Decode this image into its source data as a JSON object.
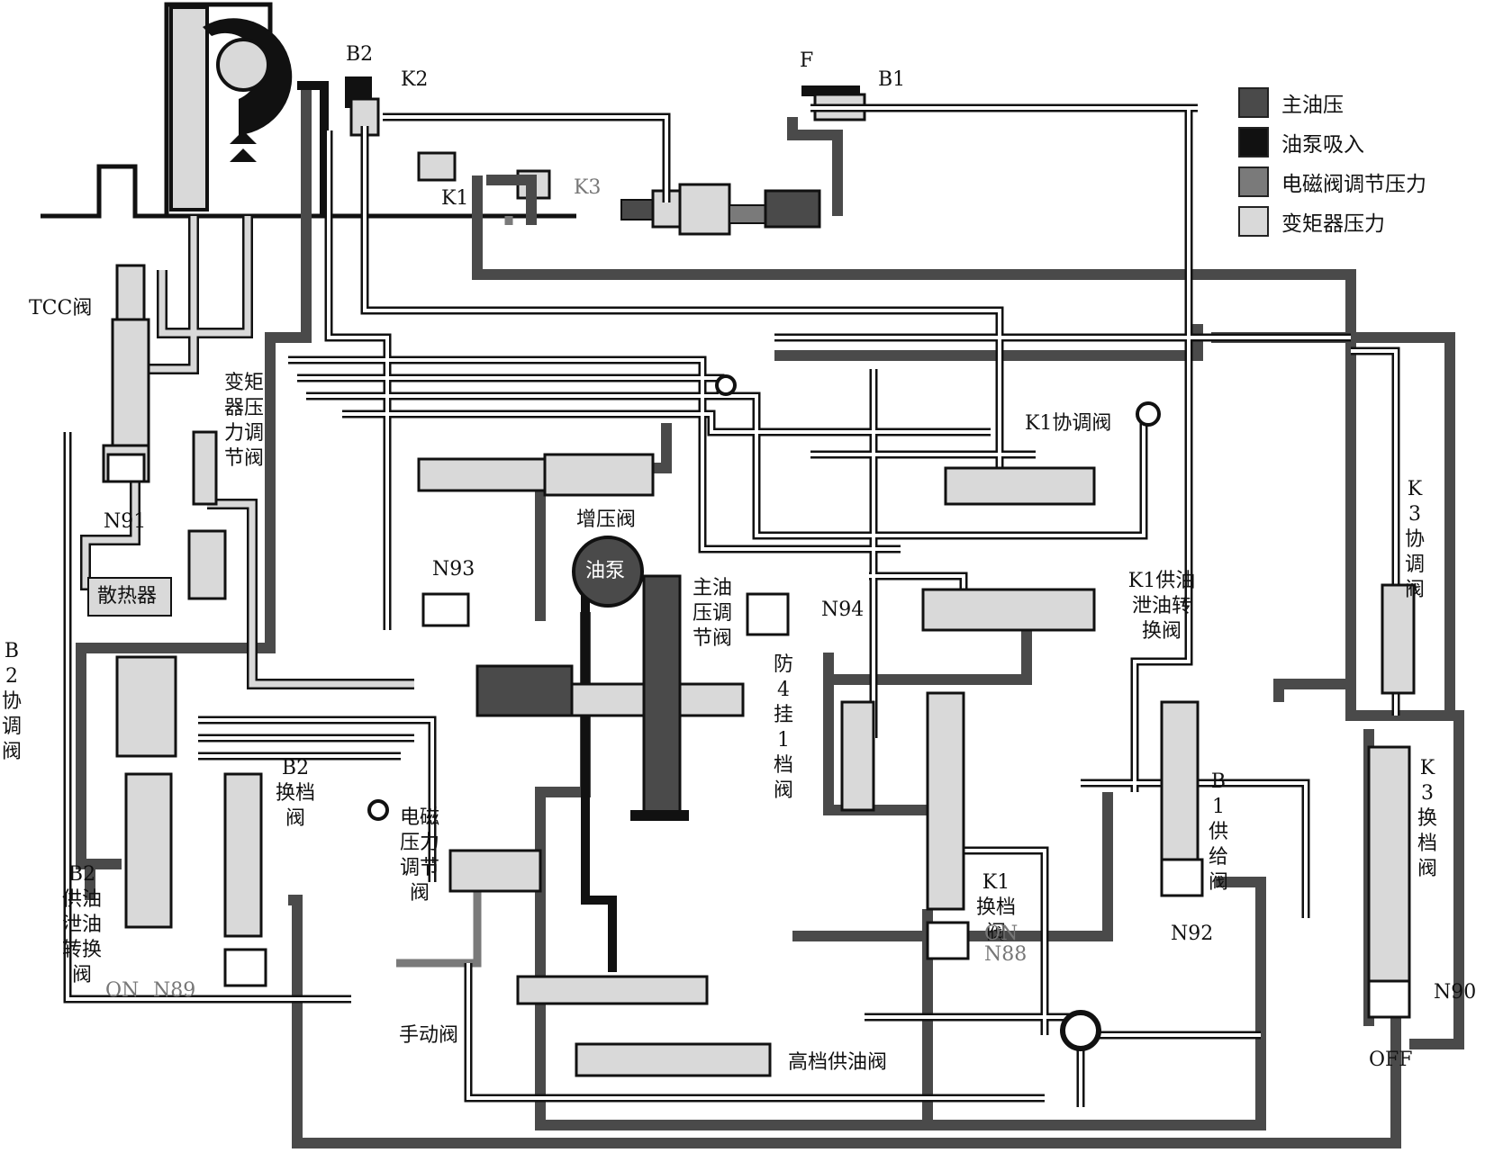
{
  "legend": [
    {
      "label": "主油压",
      "color": "#4a4a4a"
    },
    {
      "label": "油泵吸入",
      "color": "#111111"
    },
    {
      "label": "电磁阀调节压力",
      "color": "#7a7a7a"
    },
    {
      "label": "变矩器压力",
      "color": "#d9d9d9"
    }
  ],
  "colors": {
    "main_pressure": "#4a4a4a",
    "pump_suction": "#111111",
    "solenoid_pressure": "#7a7a7a",
    "converter_pressure": "#d9d9d9"
  },
  "labels": {
    "b2_top": "B2",
    "k2": "K2",
    "f": "F",
    "b1": "B1",
    "k1": "K1",
    "k3": "K3",
    "tcc_valve": "TCC阀",
    "n91": "N91",
    "radiator": "散热器",
    "converter_reg_valve": "变矩器压力调节阀",
    "boost_valve": "增压阀",
    "oil_pump": "油泵",
    "n93": "N93",
    "main_pressure_reg_valve": "主油压调节阀",
    "n94": "N94",
    "k1_coord_valve": "K1协调阀",
    "k1_supply_switch_valve": "K1供油泄油转换阀",
    "k3_coord_valve": "K3协调阀",
    "b2_coord_valve": "B2协调阀",
    "anti_4_1_valve": "防4挂1档阀",
    "b2_shift_valve": "B2换档阀",
    "solenoid_pressure_reg_valve": "电磁压力调节阀",
    "b1_supply_valve": "B1供给阀",
    "k3_shift_valve": "K3换档阀",
    "b2_supply_switch_valve": "B2供油泄油转换阀",
    "k1_shift_valve": "K1换档阀",
    "on_n88_on": "ON",
    "n88": "N88",
    "n92": "N92",
    "n90": "N90",
    "on_n89_on": "ON",
    "n89": "N89",
    "manual_valve": "手动阀",
    "high_gear_supply_valve": "高档供油阀",
    "off": "OFF"
  }
}
